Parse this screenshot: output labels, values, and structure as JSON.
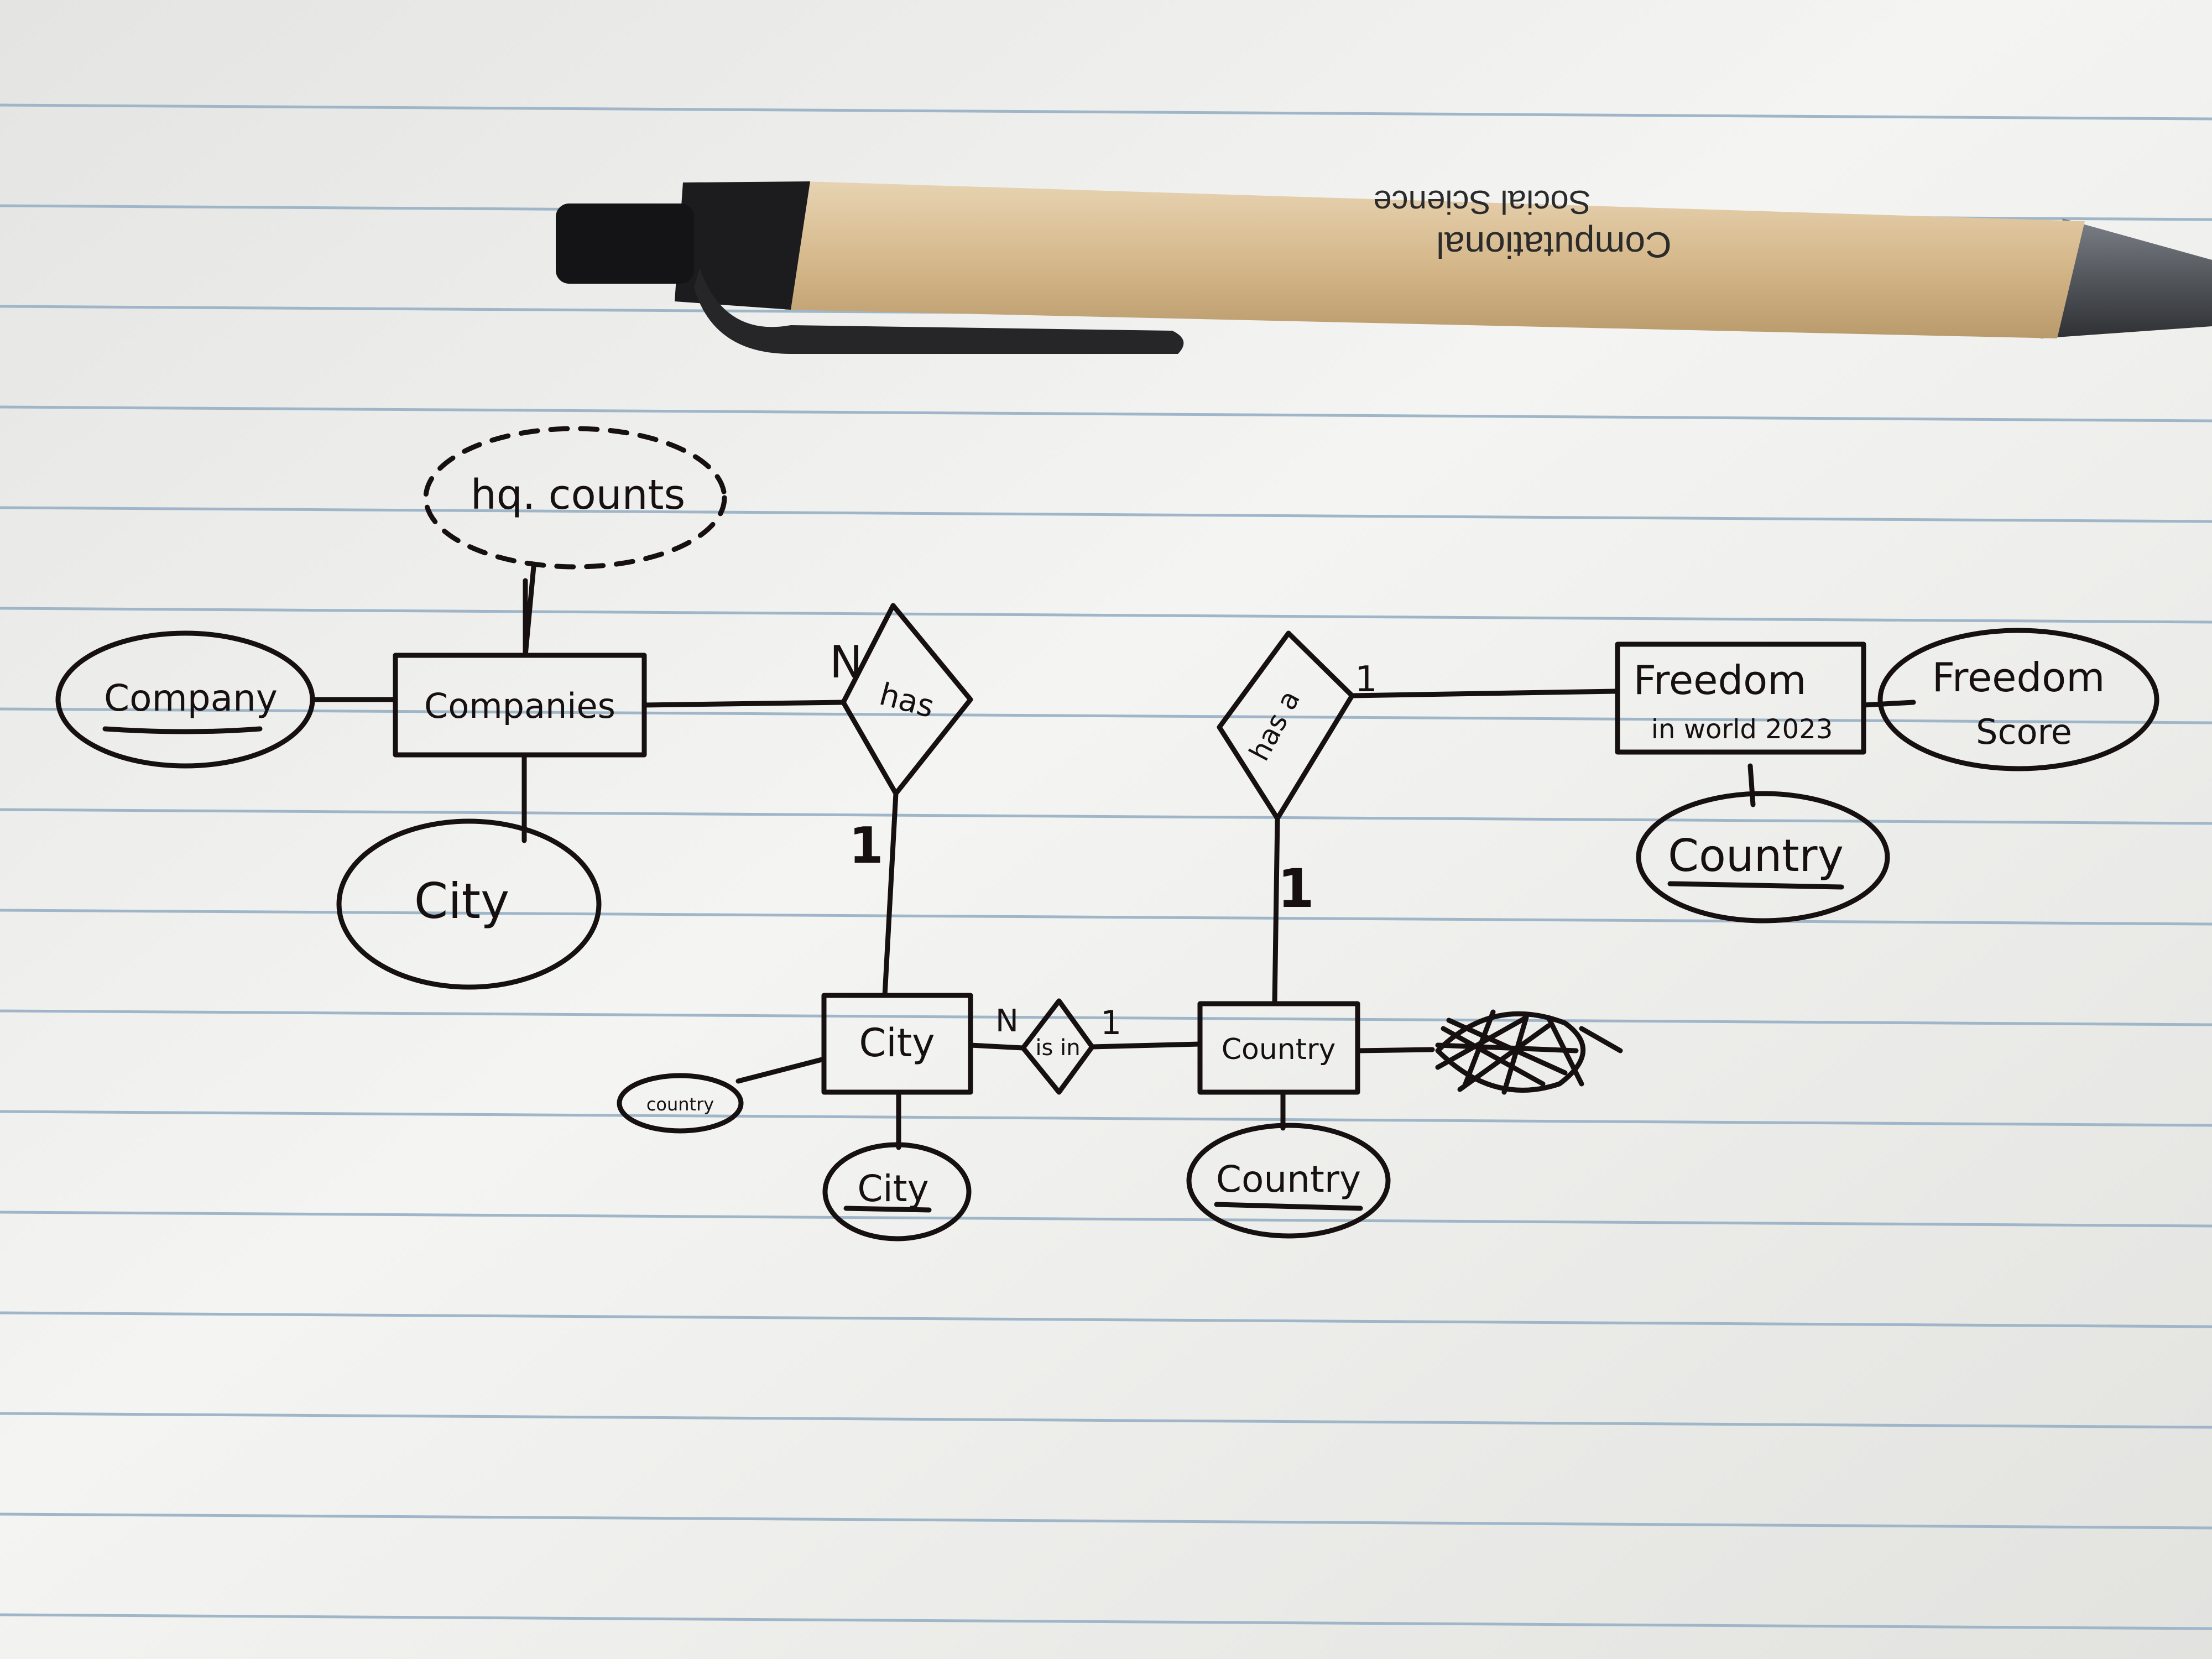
{
  "diagram": {
    "entities": {
      "companies": "Companies",
      "city": "City",
      "country": "Country",
      "freedom_line1": "Freedom",
      "freedom_line2": "in world 2023"
    },
    "relationships": {
      "has_left": "has",
      "has_right": "has a",
      "is_in": "is in"
    },
    "attributes": {
      "company": "Company",
      "hq_counts": "hq. counts",
      "companies_city": "City",
      "city_key": "City",
      "city_country": "country",
      "country_key": "Country",
      "freedom_score_line1": "Freedom",
      "freedom_score_line2": "Score",
      "freedom_country": "Country"
    },
    "cardinalities": {
      "companies_has": "N",
      "has_city": "1",
      "hasa_country": "1",
      "hasa_freedom": "1",
      "city_isin": "N",
      "isin_country": "1"
    }
  },
  "pen": {
    "line1": "Computational",
    "line2": "Social Science"
  },
  "colors": {
    "ink": "#161010",
    "paper": "#f3f3f1",
    "rule_line": "#9fb6c9",
    "pen_barrel": "#d8bd92",
    "pen_black": "#1c1c1e",
    "pen_tip": "#55595e"
  }
}
